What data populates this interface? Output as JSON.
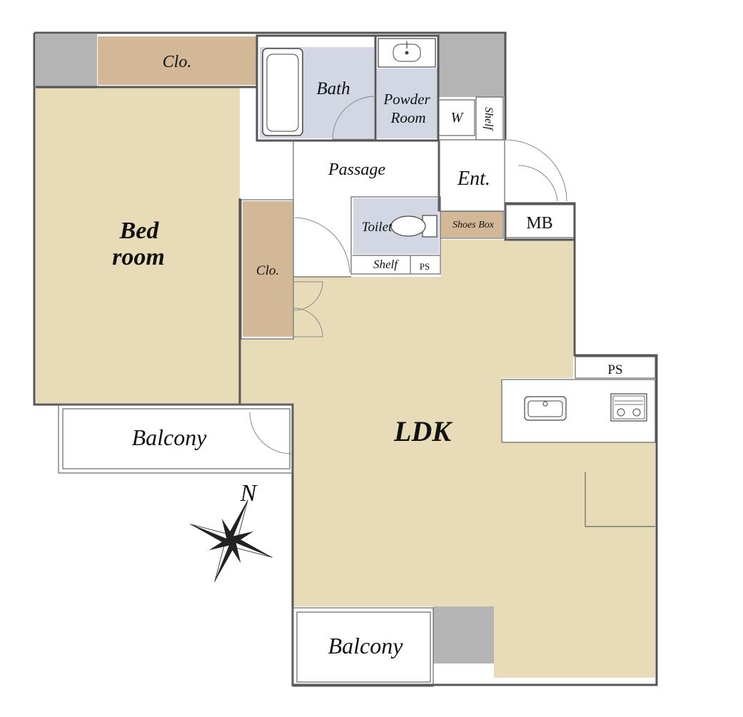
{
  "colors": {
    "living_floor": "#e8dcb8",
    "closet": "#d2b897",
    "wet_room": "#d3d7e3",
    "pillar": "#b4b4b4",
    "wall": "#555555",
    "white_area": "#ffffff"
  },
  "rooms": {
    "bedroom_line1": "Bed",
    "bedroom_line2": "room",
    "ldk": "LDK",
    "bath": "Bath",
    "powder_line1": "Powder",
    "powder_line2": "Room",
    "washer": "W",
    "shelf_vertical": "Shelf",
    "passage": "Passage",
    "entrance": "Ent.",
    "toilet": "Toilet",
    "toilet_shelf": "Shelf",
    "toilet_ps": "PS",
    "shoes_box": "Shoes Box",
    "mb": "MB",
    "kitchen_ps": "PS",
    "closet_top": "Clo.",
    "closet_middle": "Clo.",
    "balcony_west": "Balcony",
    "balcony_south": "Balcony"
  },
  "compass": {
    "north_label": "N",
    "icon": "compass-rose-icon"
  },
  "fixtures": {
    "bathtub": "bathtub-icon",
    "washbasin": "washbasin-icon",
    "toilet_bowl": "toilet-icon",
    "sink": "kitchen-sink-icon",
    "stove": "gas-stove-icon"
  }
}
